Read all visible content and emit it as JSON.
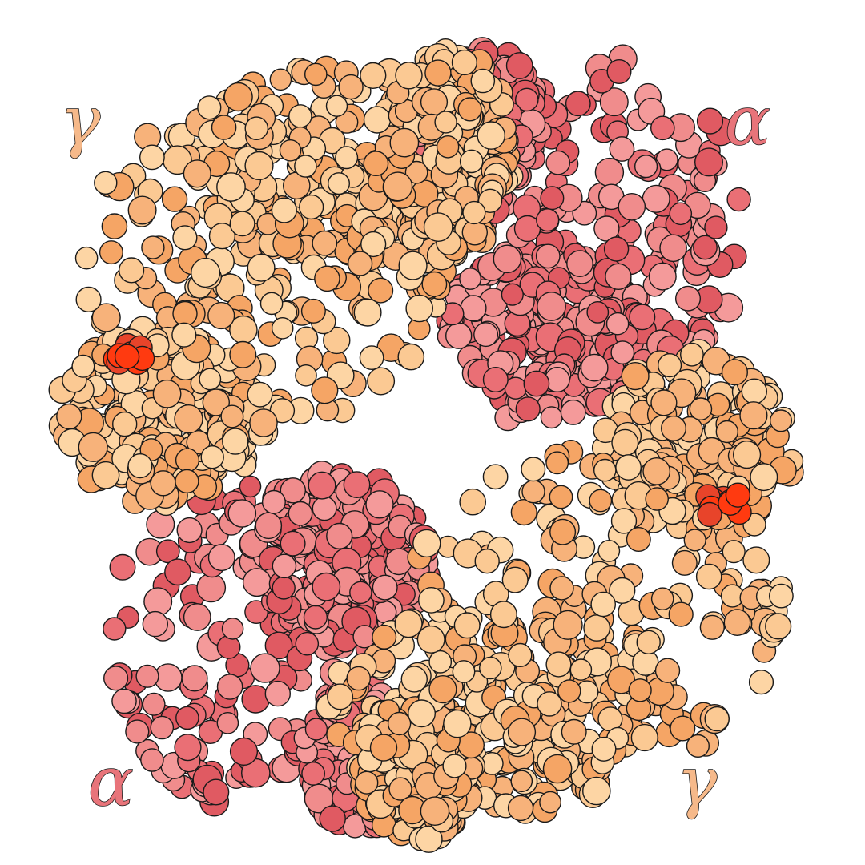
{
  "figure": {
    "subunits": [
      {
        "id": "gamma-top-left",
        "symbol": "γ",
        "kind": "gamma",
        "color": "#f6b98a"
      },
      {
        "id": "alpha-top-right",
        "symbol": "α",
        "kind": "alpha",
        "color": "#e8747a"
      },
      {
        "id": "alpha-bottom-left",
        "symbol": "α",
        "kind": "alpha",
        "color": "#e8747a"
      },
      {
        "id": "gamma-bottom-right",
        "symbol": "γ",
        "kind": "gamma",
        "color": "#f6b98a"
      }
    ],
    "palette": {
      "gamma_light": "#fbc993",
      "gamma_mid": "#f5a565",
      "alpha_light": "#f08c8c",
      "alpha_mid": "#e05a62",
      "heme": "#ff3a10",
      "outline": "#1a1a1a",
      "background": "#ffffff"
    }
  }
}
